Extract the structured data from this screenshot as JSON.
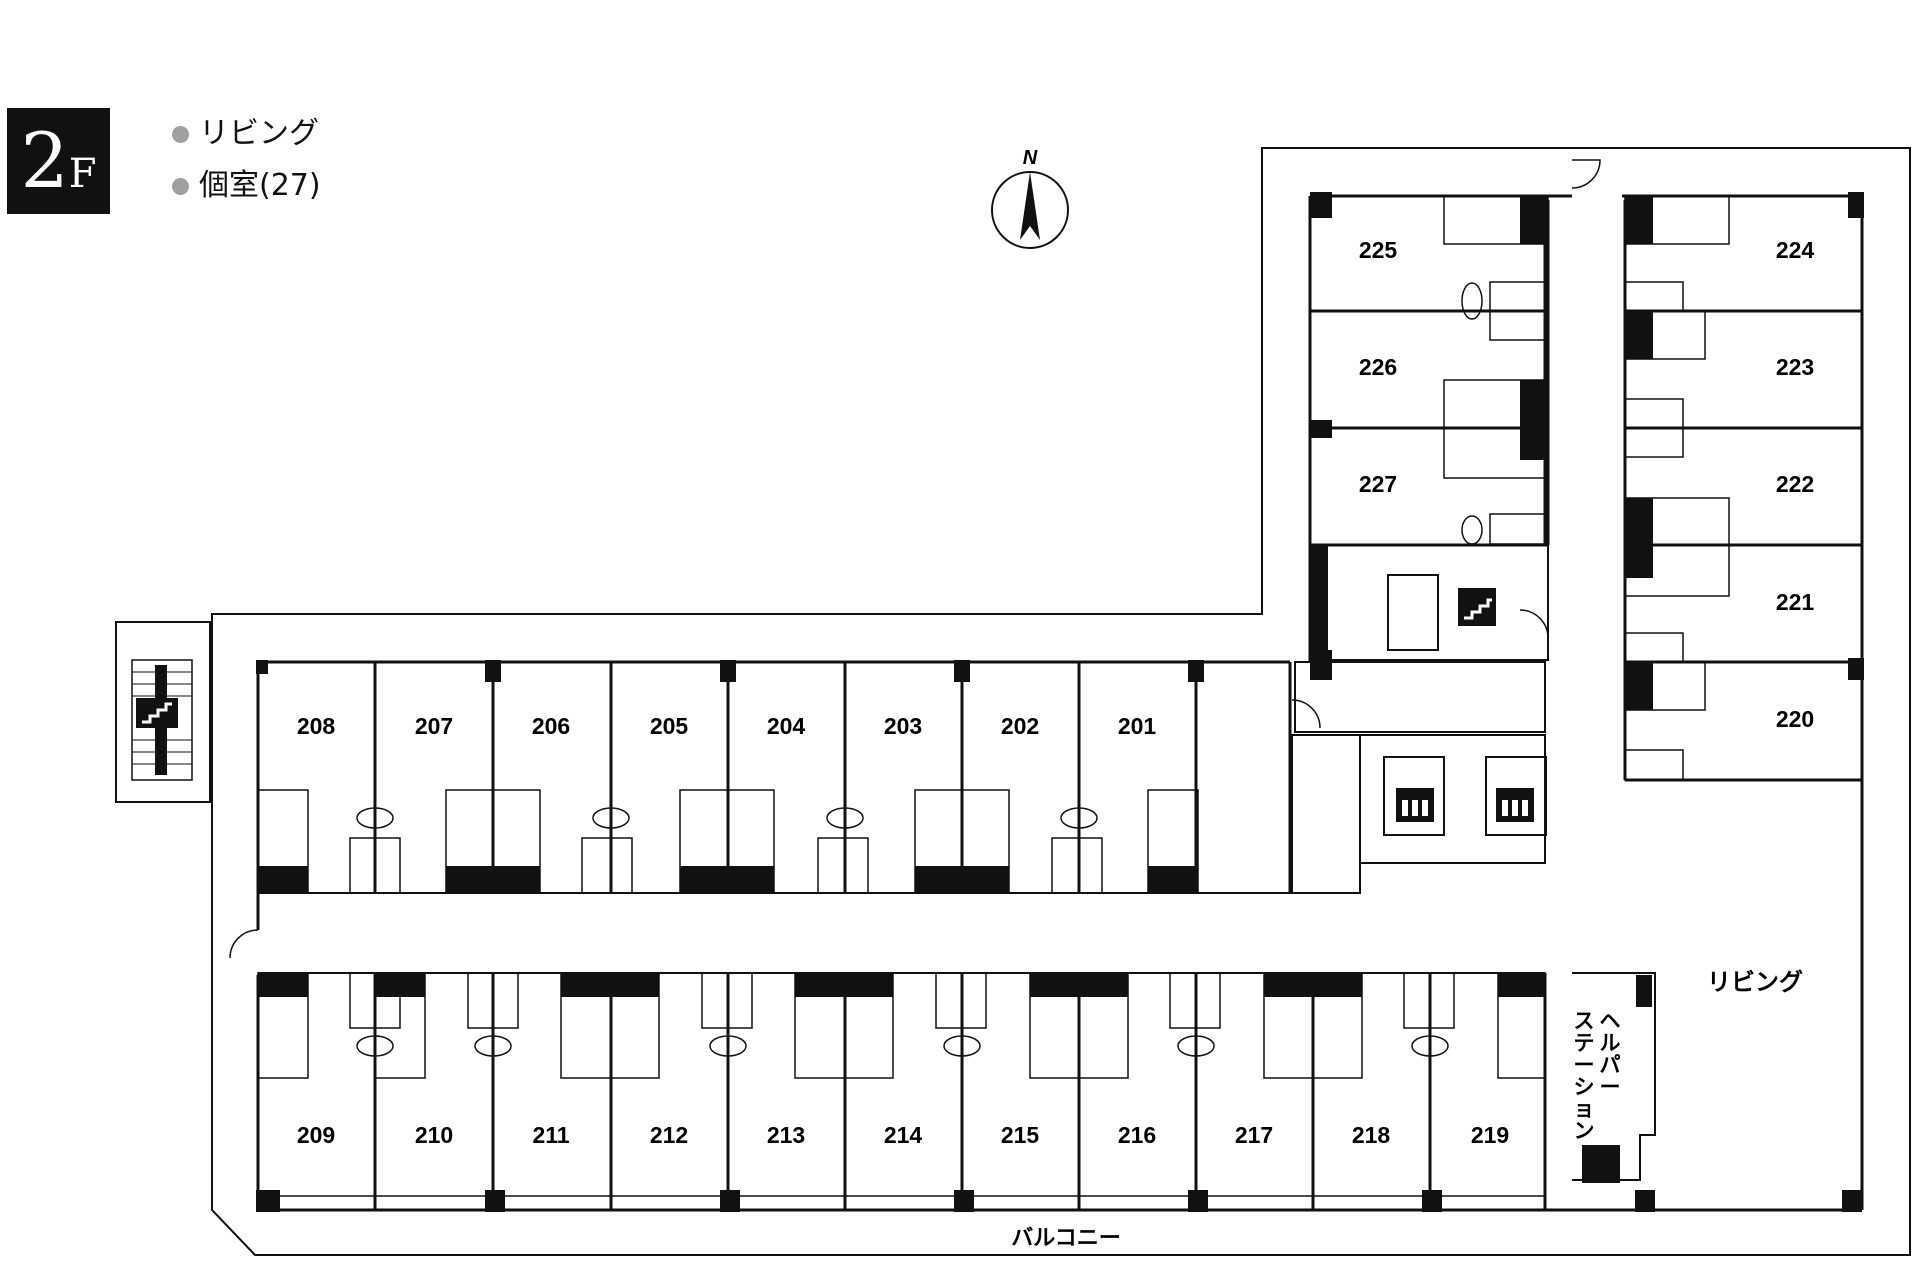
{
  "floor": {
    "number": "2",
    "unit": "F"
  },
  "legend": {
    "items": [
      "リビング",
      "個室(27)"
    ]
  },
  "compass": {
    "label": "N"
  },
  "labels": {
    "living": "リビング",
    "balcony": "バルコニー",
    "helper_station": [
      "ヘ",
      "ル",
      "パ",
      "ー",
      "ス",
      "テ",
      "ー",
      "シ",
      "ョ",
      "ン"
    ]
  },
  "rooms": {
    "north_row": [
      "208",
      "207",
      "206",
      "205",
      "204",
      "203",
      "202",
      "201"
    ],
    "south_row": [
      "209",
      "210",
      "211",
      "212",
      "213",
      "214",
      "215",
      "216",
      "217",
      "218",
      "219"
    ],
    "west_wing": [
      "225",
      "226",
      "227"
    ],
    "east_wing": [
      "224",
      "223",
      "222",
      "221",
      "220"
    ]
  },
  "colors": {
    "ink": "#111111",
    "legend_dot": "#a0a0a0"
  }
}
